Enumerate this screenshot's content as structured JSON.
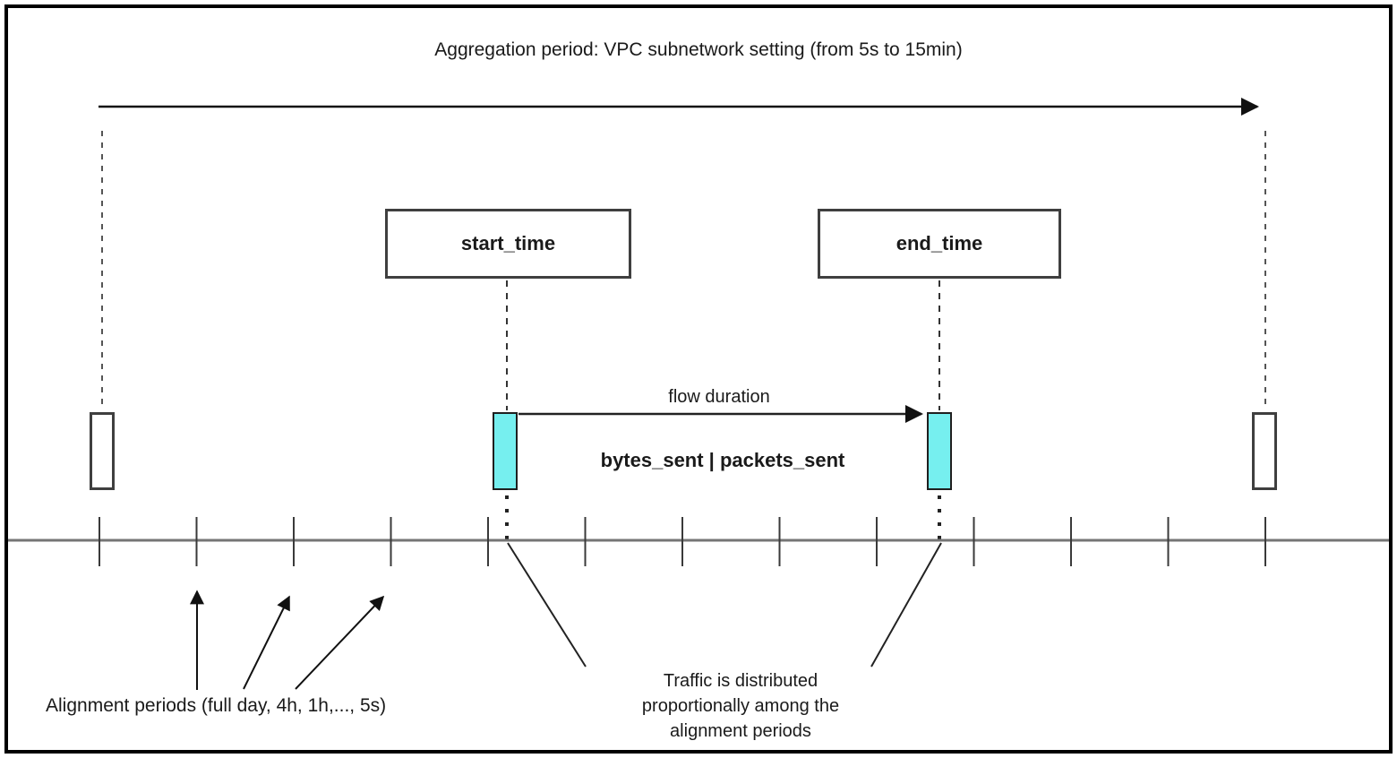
{
  "diagram": {
    "title": "Aggregation period: VPC subnetwork setting (from 5s to 15min)",
    "start_box_label": "start_time",
    "end_box_label": "end_time",
    "flow_duration_label": "flow duration",
    "metrics_label": "bytes_sent | packets_sent",
    "alignment_periods_label": "Alignment periods (full day, 4h, 1h,..., 5s)",
    "traffic_note": {
      "line1": "Traffic is distributed",
      "line2": "proportionally among the",
      "line3": "alignment periods"
    },
    "colors": {
      "flow_marker_fill": "#76EFEF",
      "timeline_gray": "#757575",
      "line_black": "#1a1a1a"
    }
  }
}
